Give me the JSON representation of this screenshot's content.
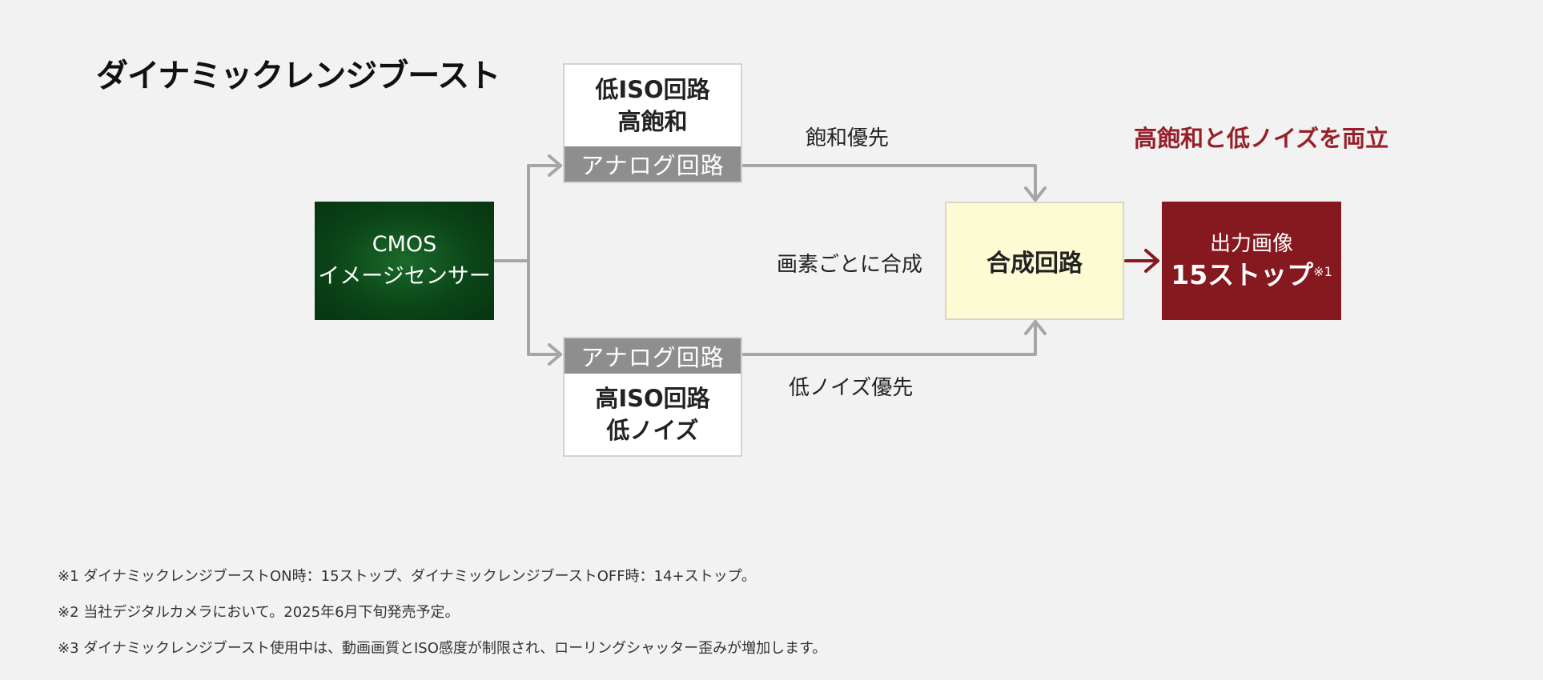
{
  "title": "ダイナミックレンジブースト",
  "nodes": {
    "cmos": {
      "line1": "CMOS",
      "line2": "イメージセンサー"
    },
    "low_iso": {
      "line1": "低ISO回路",
      "line2": "高飽和",
      "band": "アナログ回路"
    },
    "high_iso": {
      "band": "アナログ回路",
      "line1": "高ISO回路",
      "line2": "低ノイズ"
    },
    "synth": {
      "label": "合成回路"
    },
    "output": {
      "line1": "出力画像",
      "line2": "15ストップ",
      "note_mark": "※1"
    }
  },
  "labels": {
    "saturation_priority": "飽和優先",
    "pixel_synthesis": "画素ごとに合成",
    "low_noise_priority": "低ノイズ優先",
    "highlight": "高飽和と低ノイズを両立"
  },
  "notes": [
    "※1  ダイナミックレンジブーストON時：15ストップ、ダイナミックレンジブーストOFF時：14+ストップ。",
    "※2  当社デジタルカメラにおいて。2025年6月下旬発売予定。",
    "※3  ダイナミックレンジブースト使用中は、動画画質とISO感度が制限され、ローリングシャッター歪みが増加します。"
  ],
  "colors": {
    "cmos": "#0b4518",
    "output": "#86181f",
    "synth": "#fdfbd3",
    "band": "#8e8e8e",
    "connector": "#a6a6a6",
    "highlight": "#96202a"
  }
}
